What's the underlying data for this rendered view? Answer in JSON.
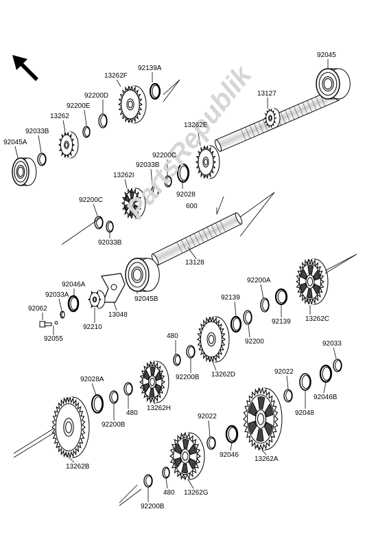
{
  "diagram": {
    "watermark": "PartsRepublik",
    "parts": [
      {
        "key": "p92045",
        "label": "92045"
      },
      {
        "key": "p13127",
        "label": "13127"
      },
      {
        "key": "p13262F",
        "label": "13262F"
      },
      {
        "key": "p92139A",
        "label": "92139A"
      },
      {
        "key": "p92200D",
        "label": "92200D"
      },
      {
        "key": "p92200E",
        "label": "92200E"
      },
      {
        "key": "p13262",
        "label": "13262"
      },
      {
        "key": "p92033B_top",
        "label": "92033B"
      },
      {
        "key": "p92045A",
        "label": "92045A"
      },
      {
        "key": "p13262E",
        "label": "13262E"
      },
      {
        "key": "p92200C_mid",
        "label": "92200C"
      },
      {
        "key": "p92033B_mid",
        "label": "92033B"
      },
      {
        "key": "p13262I",
        "label": "13262I"
      },
      {
        "key": "p92028",
        "label": "92028"
      },
      {
        "key": "p600",
        "label": "600"
      },
      {
        "key": "p92200C_left",
        "label": "92200C"
      },
      {
        "key": "p92033B_low",
        "label": "92033B"
      },
      {
        "key": "p13128",
        "label": "13128"
      },
      {
        "key": "p92046A",
        "label": "92046A"
      },
      {
        "key": "p92033A",
        "label": "92033A"
      },
      {
        "key": "p92062",
        "label": "92062"
      },
      {
        "key": "p92210",
        "label": "92210"
      },
      {
        "key": "p13048",
        "label": "13048"
      },
      {
        "key": "p92045B",
        "label": "92045B"
      },
      {
        "key": "p92055",
        "label": "92055"
      },
      {
        "key": "p92200A",
        "label": "92200A"
      },
      {
        "key": "p92139_a",
        "label": "92139"
      },
      {
        "key": "p92139_b",
        "label": "92139"
      },
      {
        "key": "p92200",
        "label": "92200"
      },
      {
        "key": "p13262C",
        "label": "13262C"
      },
      {
        "key": "p480_a",
        "label": "480"
      },
      {
        "key": "p92200B_a",
        "label": "92200B"
      },
      {
        "key": "p13262D",
        "label": "13262D"
      },
      {
        "key": "p92033",
        "label": "92033"
      },
      {
        "key": "p92022_a",
        "label": "92022"
      },
      {
        "key": "p92046B",
        "label": "92046B"
      },
      {
        "key": "p92048",
        "label": "92048"
      },
      {
        "key": "p92028A",
        "label": "92028A"
      },
      {
        "key": "p480_b",
        "label": "480"
      },
      {
        "key": "p92200B_b",
        "label": "92200B"
      },
      {
        "key": "p13262H",
        "label": "13262H"
      },
      {
        "key": "p92022_b",
        "label": "92022"
      },
      {
        "key": "p92046",
        "label": "92046"
      },
      {
        "key": "p13262A",
        "label": "13262A"
      },
      {
        "key": "p13262B",
        "label": "13262B"
      },
      {
        "key": "p480_c",
        "label": "480"
      },
      {
        "key": "p13262G",
        "label": "13262G"
      },
      {
        "key": "p92200B_c",
        "label": "92200B"
      }
    ]
  }
}
